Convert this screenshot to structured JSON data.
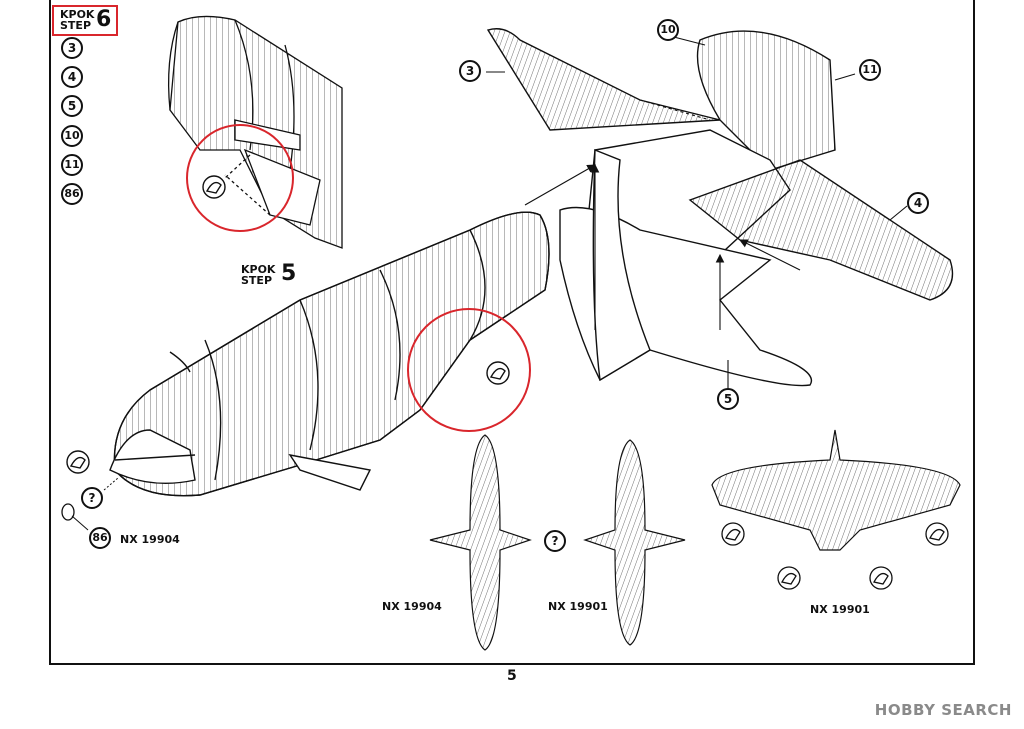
{
  "steps": {
    "current": {
      "label_line1": "KPOK",
      "label_line2": "STEP",
      "number": "6"
    },
    "previous": {
      "label_line1": "KPOK",
      "label_line2": "STEP",
      "number": "5"
    }
  },
  "parts_list": [
    "3",
    "4",
    "5",
    "10",
    "11",
    "86"
  ],
  "callouts": {
    "left_wing": "3",
    "right_wing": "4",
    "center_section": "5",
    "tail_left": "10",
    "tail_right": "11",
    "nose_part": "86",
    "question": "?"
  },
  "registrations": {
    "nose": "NX 19904",
    "bottom_left": "NX 19904",
    "bottom_mid": "NX 19901",
    "bottom_right": "NX 19901"
  },
  "page_number": "5",
  "watermark": "HOBBY SEARCH",
  "colors": {
    "highlight": "#d9262c",
    "ink": "#111111"
  }
}
